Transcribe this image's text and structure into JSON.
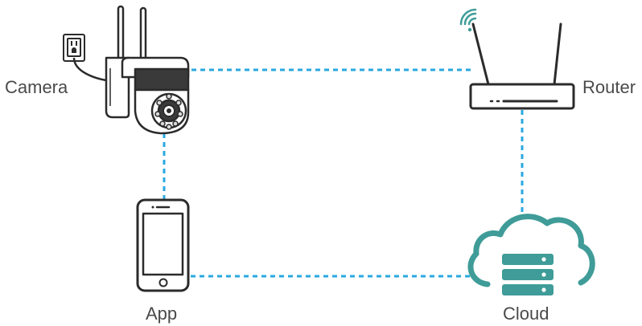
{
  "labels": {
    "camera": "Camera",
    "router": "Router",
    "app": "App",
    "cloud": "Cloud"
  },
  "colors": {
    "connection_line": "#29a8e0",
    "cloud_accent": "#3f9c98",
    "device_stroke": "#2b2b2b",
    "label_text": "#4a4a4a"
  },
  "connections": [
    {
      "from": "Camera",
      "to": "Router"
    },
    {
      "from": "Camera",
      "to": "App"
    },
    {
      "from": "Router",
      "to": "Cloud"
    },
    {
      "from": "App",
      "to": "Cloud"
    }
  ],
  "icons": [
    "power-outlet-icon",
    "camera-icon",
    "router-icon",
    "wifi-signal-icon",
    "smartphone-icon",
    "cloud-server-icon"
  ]
}
